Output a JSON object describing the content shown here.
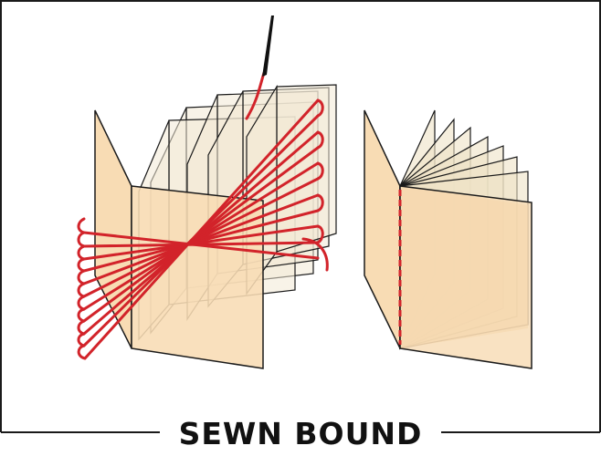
{
  "title": "SEWN BOUND",
  "colors": {
    "paper": "#f8dcb4",
    "paper_dark": "#e7bb84",
    "page_translucent": "#f2ead6",
    "thread": "#d2232a",
    "outline": "#1a1a1a",
    "needle": "#111111"
  },
  "illustrations": [
    {
      "name": "sewing-in-progress",
      "signature_count": 6,
      "thread_loops": 11
    },
    {
      "name": "sewn-book",
      "signature_count": 8
    }
  ]
}
